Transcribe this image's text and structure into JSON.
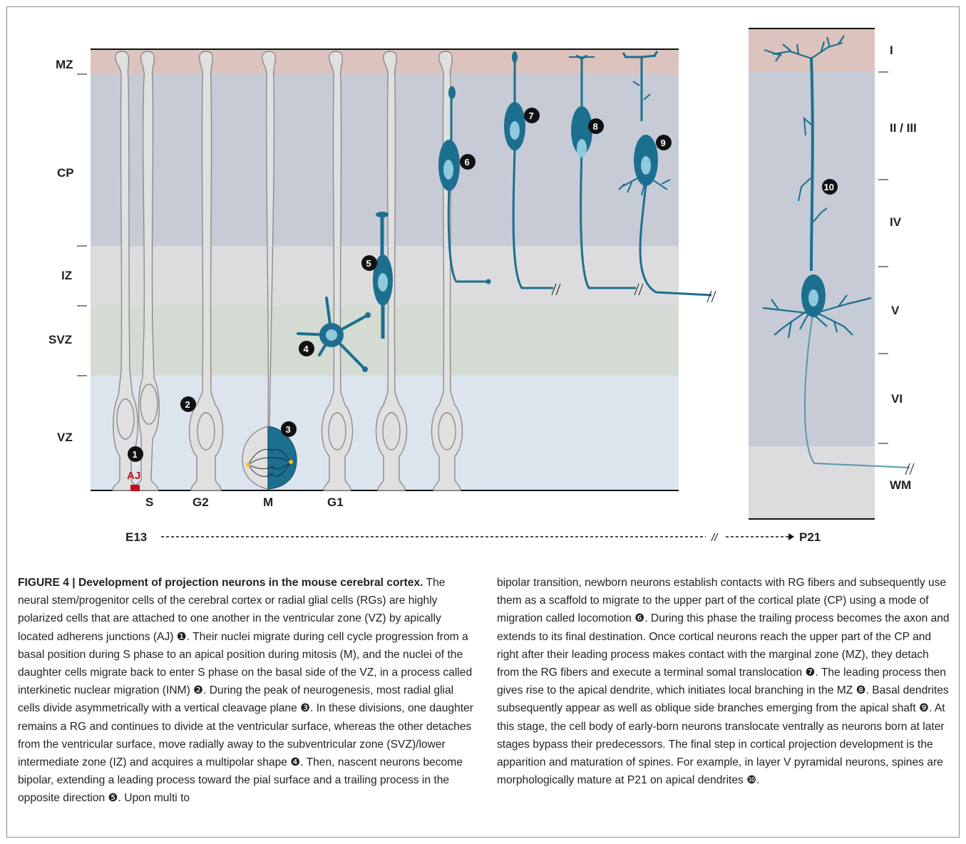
{
  "figure": {
    "left_panel": {
      "zones": [
        {
          "id": "mz",
          "label": "MZ",
          "color": "#dcc3bd"
        },
        {
          "id": "cp",
          "label": "CP",
          "color": "#c6cbd6"
        },
        {
          "id": "iz",
          "label": "IZ",
          "color": "#dcdcdf"
        },
        {
          "id": "svz",
          "label": "SVZ",
          "color": "#d4dbd2"
        },
        {
          "id": "vz",
          "label": "VZ",
          "color": "#dce5ee"
        }
      ],
      "phase_labels": [
        "S",
        "G2",
        "M",
        "G1"
      ],
      "aj_label": "AJ"
    },
    "right_panel": {
      "layers": [
        {
          "id": "l1",
          "label": "I",
          "color": "#dcc3bd"
        },
        {
          "id": "l23",
          "label": "II / III",
          "color": "#c6cbd6"
        },
        {
          "id": "l4",
          "label": "IV",
          "color": "#c6cbd6"
        },
        {
          "id": "l5",
          "label": "V",
          "color": "#c6cbd6"
        },
        {
          "id": "l6",
          "label": "VI",
          "color": "#c6cbd6"
        },
        {
          "id": "wm",
          "label": "WM",
          "color": "#dcdcdf"
        }
      ]
    },
    "markers": [
      "1",
      "2",
      "3",
      "4",
      "5",
      "6",
      "7",
      "8",
      "9",
      "10"
    ],
    "timeline": {
      "start": "E13",
      "break": "//",
      "end": "P21"
    },
    "colors": {
      "glia": "#e0e0e0",
      "glia_stroke": "#8c8c8c",
      "neuron": "#1c6f8f",
      "neuron_light": "#8ec9dc",
      "aj": "#c4121a"
    }
  },
  "caption": {
    "figure_label": "FIGURE 4 | Development of projection neurons in the mouse cerebral cortex.",
    "left_text": " The neural stem/progenitor cells of the cerebral cortex or radial glial cells (RGs) are highly polarized cells that are attached to one another in the ventricular zone (VZ) by apically located adherens junctions (AJ) ❶. Their nuclei migrate during cell cycle progression from a basal position during S phase to an apical position during mitosis (M), and the nuclei of the daughter cells migrate back to enter S phase on the basal side of the VZ, in a process called interkinetic nuclear migration (INM) ❷. During the peak of neurogenesis, most radial glial cells divide asymmetrically with a vertical cleavage plane ❸. In these divisions, one daughter remains a RG and continues to divide at the ventricular surface, whereas the other detaches from the ventricular surface, move radially away to the subventricular zone (SVZ)/lower intermediate zone (IZ) and acquires a multipolar shape ❹. Then, nascent neurons become bipolar, extending a leading process toward the pial surface and a trailing process in the opposite direction ❺. Upon multi to",
    "right_text": "bipolar transition, newborn neurons establish contacts with RG fibers and subsequently use them as a scaffold to migrate to the upper part of the cortical plate (CP) using a mode of migration called locomotion ❻. During this phase the trailing process becomes the axon and extends to its final destination. Once cortical neurons reach the upper part of the CP and right after their leading process makes contact with the marginal zone (MZ), they detach from the RG fibers and execute a terminal somal translocation ❼. The leading process then gives rise to the apical dendrite, which initiates local branching in the MZ ❽. Basal dendrites subsequently appear as well as oblique side branches emerging from the apical shaft ❾. At this stage, the cell body of early-born neurons translocate ventrally as neurons born at later stages bypass their predecessors. The final step in cortical projection development is the apparition and maturation of spines. For example, in layer V pyramidal neurons, spines are morphologically mature at P21 on apical dendrites ❿."
  }
}
